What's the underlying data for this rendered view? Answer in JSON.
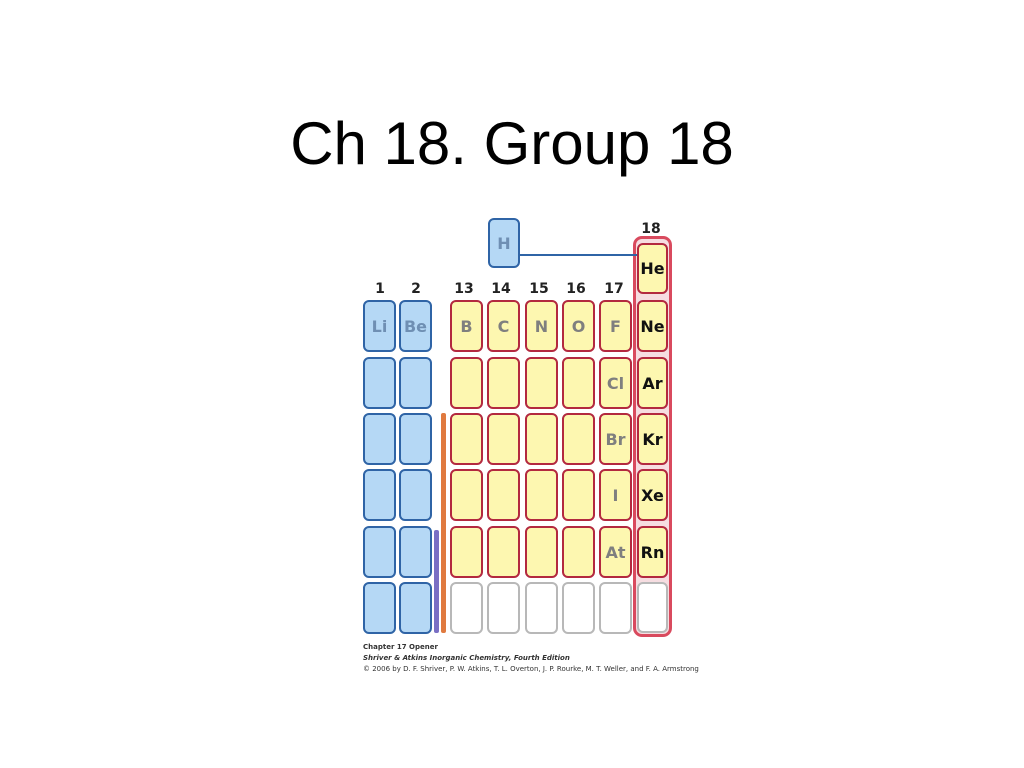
{
  "slide": {
    "title": "Ch 18. Group 18"
  },
  "groups": {
    "g1": "1",
    "g2": "2",
    "g13": "13",
    "g14": "14",
    "g15": "15",
    "g16": "16",
    "g17": "17",
    "g18": "18"
  },
  "elements": {
    "H": "H",
    "Li": "Li",
    "Be": "Be",
    "B": "B",
    "C": "C",
    "N": "N",
    "O": "O",
    "F": "F",
    "Cl": "Cl",
    "Br": "Br",
    "I": "I",
    "At": "At",
    "He": "He",
    "Ne": "Ne",
    "Ar": "Ar",
    "Kr": "Kr",
    "Xe": "Xe",
    "Rn": "Rn"
  },
  "caption": {
    "line1": "Chapter 17 Opener",
    "line2": "Shriver & Atkins Inorganic Chemistry, Fourth Edition",
    "line3": "© 2006 by D. F. Shriver, P. W. Atkins, T. L. Overton, J. P. Rourke, M. T. Weller, and F. A. Armstrong"
  },
  "colors": {
    "s_block_fill": "#b5d8f5",
    "s_block_border": "#2f64a6",
    "p_block_fill": "#fdf7b0",
    "p_block_border": "#b3293f",
    "group18_highlight": "#d94a5e",
    "metalloid_line": "#e07a3f",
    "transition_line": "#7a6fc4"
  }
}
